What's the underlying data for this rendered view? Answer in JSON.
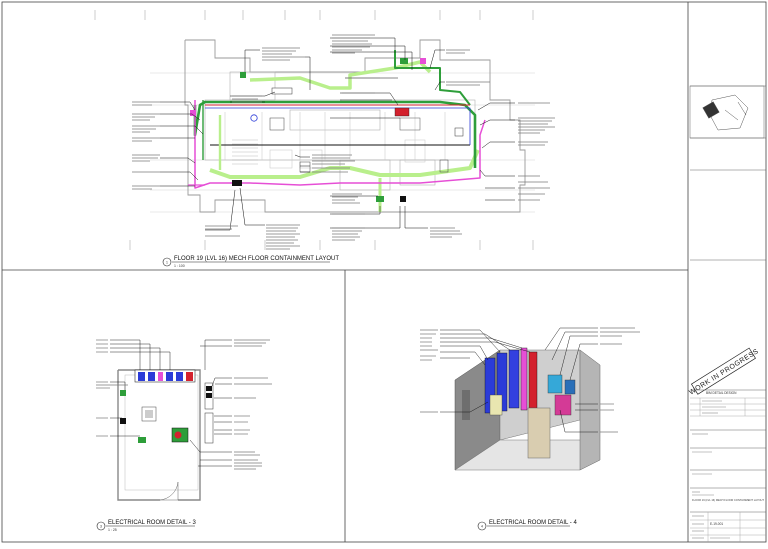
{
  "views": {
    "plan": {
      "number": "1",
      "title": "FLOOR 19 (LVL 16) MECH FLOOR CONTAINMENT LAYOUT",
      "scale": "1 : 100"
    },
    "detail3": {
      "number": "3",
      "title": "ELECTRICAL ROOM DETAIL - 3",
      "scale": "1 : 25"
    },
    "detail4": {
      "number": "4",
      "title": "ELECTRICAL ROOM DETAIL - 4"
    }
  },
  "stamp": "WORK IN PROGRESS",
  "title_block": {
    "heading": "BIM DETAIL DESIGN",
    "drawing_title": "FLOOR 19 (LVL 16) MECH FLOOR CONTAINMENT LAYOUT",
    "drawing_number": "E-19-001"
  },
  "colors": {
    "green_tray": "#2e9e3a",
    "light_green": "#b9ef8c",
    "pink": "#e64fd6",
    "red": "#d3212d",
    "blue": "#2b3bd8",
    "black": "#111111",
    "wall_grey": "#bdbdbd"
  }
}
